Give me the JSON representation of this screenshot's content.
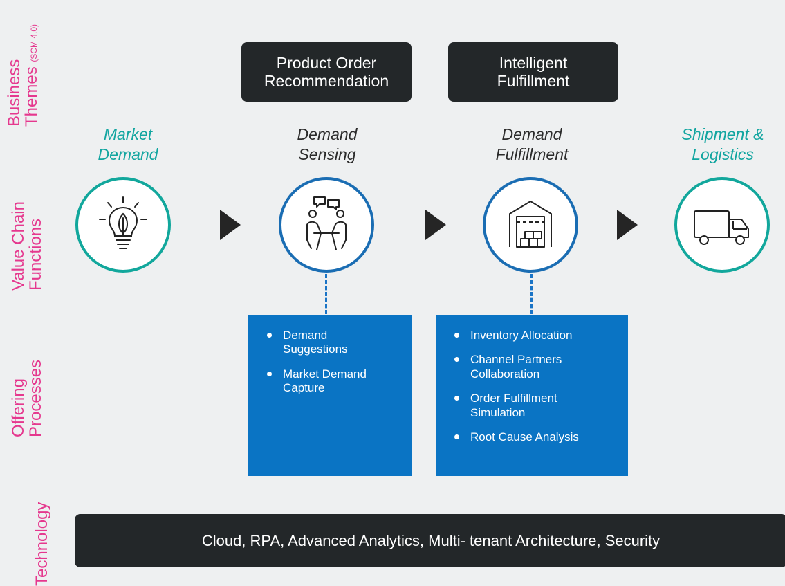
{
  "row_labels": {
    "business_themes_line1": "Business",
    "business_themes_line2": "Themes",
    "business_themes_note": "(SCM 4.0)",
    "value_chain_line1": "Value Chain",
    "value_chain_line2": "Functions",
    "offering_line1": "Offering",
    "offering_line2": "Processes",
    "technology": "Technology"
  },
  "business_themes": [
    {
      "line1": "Product Order",
      "line2": "Recommendation"
    },
    {
      "line1": "Intelligent",
      "line2": "Fulfillment"
    }
  ],
  "value_chain": [
    {
      "line1": "Market",
      "line2": "Demand",
      "icon": "lightbulb-leaf-icon",
      "color": "#11a5a0"
    },
    {
      "line1": "Demand",
      "line2": "Sensing",
      "icon": "meeting-people-icon",
      "color": "#2b2b2b"
    },
    {
      "line1": "Demand",
      "line2": "Fulfillment",
      "icon": "warehouse-icon",
      "color": "#2b2b2b"
    },
    {
      "line1": "Shipment &",
      "line2": "Logistics",
      "icon": "truck-icon",
      "color": "#11a5a0"
    }
  ],
  "offering_processes": {
    "demand_sensing": [
      "Demand Suggestions",
      "Market Demand Capture"
    ],
    "demand_fulfillment": [
      "Inventory Allocation",
      "Channel Partners Collaboration",
      "Order Fulfillment Simulation",
      "Root Cause Analysis"
    ]
  },
  "technology": "Cloud, RPA, Advanced Analytics, Multi- tenant Architecture, Security",
  "colors": {
    "label_pink": "#e5388e",
    "teal": "#12a79c",
    "blue": "#1a6db3",
    "process_blue": "#0a74c4",
    "dark": "#232729"
  }
}
